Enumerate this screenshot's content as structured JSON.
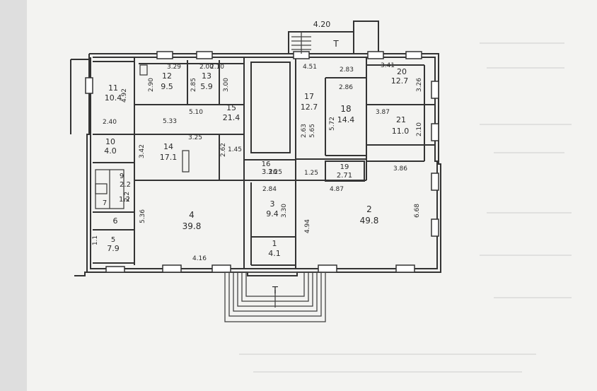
{
  "plan": {
    "stair_top_label": "4.20",
    "entrance_top_label": "Т",
    "entrance_bottom_label": "Т",
    "rooms": [
      {
        "id": "11",
        "no": "11",
        "area": "10.4"
      },
      {
        "id": "12",
        "no": "12",
        "area": "9.5"
      },
      {
        "id": "13",
        "no": "13",
        "area": "5.9"
      },
      {
        "id": "15",
        "no": "15",
        "area": "21.4"
      },
      {
        "id": "10",
        "no": "10",
        "area": "4.0"
      },
      {
        "id": "14",
        "no": "14",
        "area": "17.1"
      },
      {
        "id": "9",
        "no": "9",
        "area": "2.2"
      },
      {
        "id": "7",
        "no": "7",
        "area": "1.2"
      },
      {
        "id": "6",
        "no": "6",
        "area": ""
      },
      {
        "id": "5",
        "no": "5",
        "area": "7.9"
      },
      {
        "id": "4",
        "no": "4",
        "area": "39.8"
      },
      {
        "id": "16",
        "no": "16",
        "area": "3.26"
      },
      {
        "id": "3",
        "no": "3",
        "area": "9.4"
      },
      {
        "id": "1",
        "no": "1",
        "area": "4.1"
      },
      {
        "id": "17",
        "no": "17",
        "area": "12.7"
      },
      {
        "id": "18",
        "no": "18",
        "area": "14.4"
      },
      {
        "id": "20",
        "no": "20",
        "area": "12.7"
      },
      {
        "id": "21",
        "no": "21",
        "area": "11.0"
      },
      {
        "id": "19",
        "no": "19",
        "area": "2.71"
      },
      {
        "id": "2",
        "no": "2",
        "area": "49.8"
      }
    ],
    "dimensions": [
      {
        "id": "d1",
        "text": "3.29"
      },
      {
        "id": "d2",
        "text": "2.00"
      },
      {
        "id": "d3",
        "text": "2.90"
      },
      {
        "id": "d4",
        "text": "2.85"
      },
      {
        "id": "d5",
        "text": "3.00"
      },
      {
        "id": "d6",
        "text": "4.92"
      },
      {
        "id": "d7",
        "text": "2.40"
      },
      {
        "id": "d8",
        "text": "5.33"
      },
      {
        "id": "d9",
        "text": "5.10"
      },
      {
        "id": "d10",
        "text": "3.25"
      },
      {
        "id": "d11",
        "text": "3.25"
      },
      {
        "id": "d12",
        "text": "2.62"
      },
      {
        "id": "d13",
        "text": "1.45"
      },
      {
        "id": "d14",
        "text": "3.42"
      },
      {
        "id": "d15",
        "text": "4.51"
      },
      {
        "id": "d16",
        "text": "2.83"
      },
      {
        "id": "d17",
        "text": "3.41"
      },
      {
        "id": "d18",
        "text": "2.86"
      },
      {
        "id": "d19",
        "text": "3.26"
      },
      {
        "id": "d20",
        "text": "3.87"
      },
      {
        "id": "d21",
        "text": "2.10"
      },
      {
        "id": "d22",
        "text": "2.63"
      },
      {
        "id": "d23",
        "text": "5.65"
      },
      {
        "id": "d24",
        "text": "5.72"
      },
      {
        "id": "d25",
        "text": "1.25"
      },
      {
        "id": "d26",
        "text": "3.86"
      },
      {
        "id": "d27",
        "text": "4.87"
      },
      {
        "id": "d28",
        "text": "2.84"
      },
      {
        "id": "d29",
        "text": "3.30"
      },
      {
        "id": "d30",
        "text": "4.94"
      },
      {
        "id": "d31",
        "text": "6.68"
      },
      {
        "id": "d32",
        "text": "5.36"
      },
      {
        "id": "d33",
        "text": "4.16"
      },
      {
        "id": "d34",
        "text": "1.1"
      },
      {
        "id": "d35",
        "text": "2.2"
      },
      {
        "id": "d36",
        "text": "2.10"
      }
    ]
  }
}
